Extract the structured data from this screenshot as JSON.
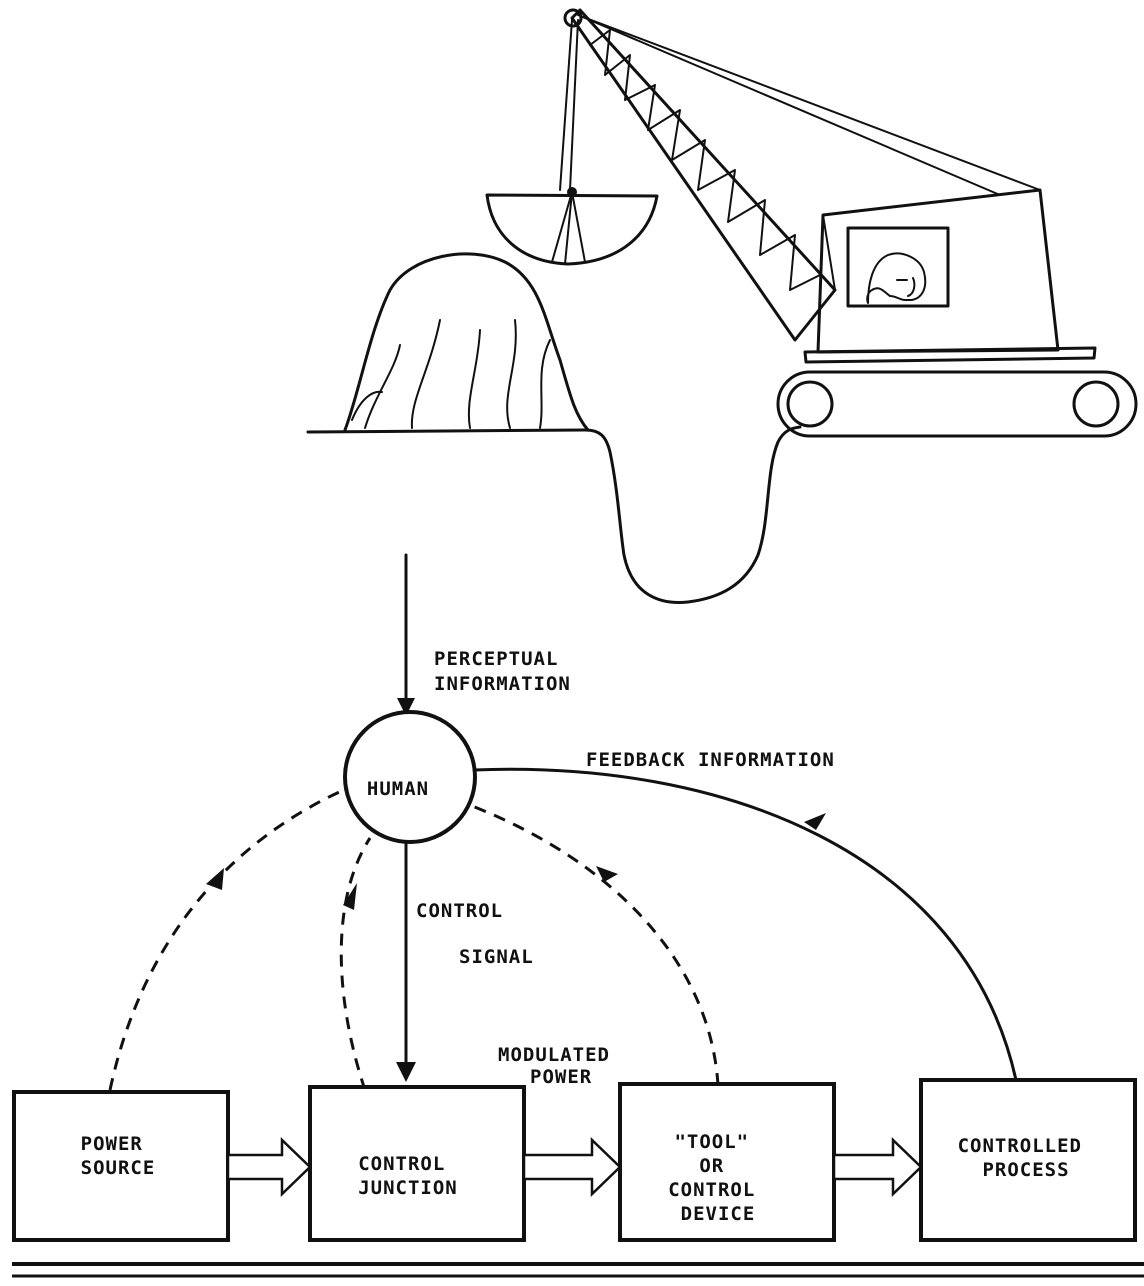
{
  "labels": {
    "perceptual_1": "PERCEPTUAL",
    "perceptual_2": "INFORMATION",
    "human": "HUMAN",
    "feedback": "FEEDBACK INFORMATION",
    "control_1": "CONTROL",
    "control_2": "SIGNAL",
    "modulated_1": "MODULATED",
    "modulated_2": "POWER"
  },
  "boxes": {
    "power_source": [
      "POWER",
      "SOURCE"
    ],
    "control_junction": [
      "CONTROL",
      "JUNCTION"
    ],
    "tool": [
      "\"TOOL\"",
      "OR",
      "CONTROL",
      "DEVICE"
    ],
    "controlled_process": [
      "CONTROLLED",
      "PROCESS"
    ]
  }
}
